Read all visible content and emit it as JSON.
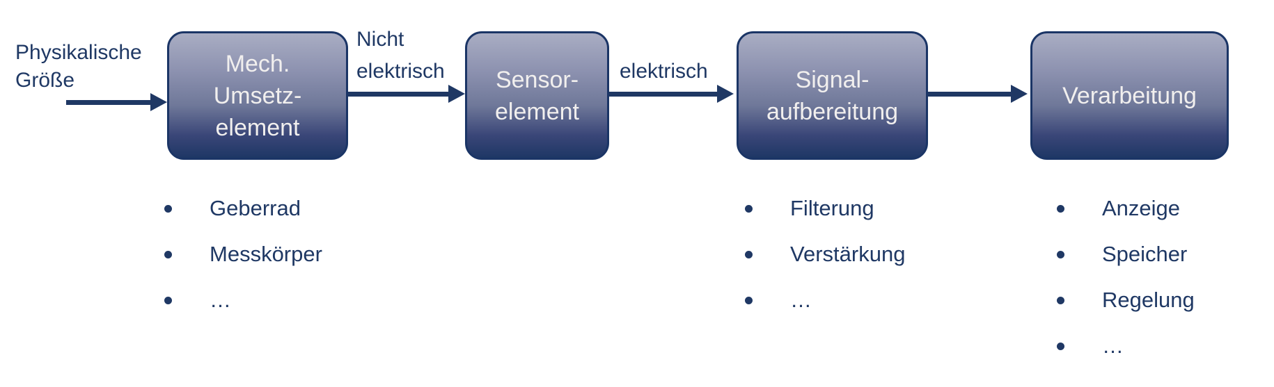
{
  "colors": {
    "background": "#ffffff",
    "box_gradient_top": "#a9adc3",
    "box_gradient_bottom": "#1e3765",
    "box_border": "#1b3566",
    "box_text": "#f1efee",
    "accent_dark_blue": "#1f3864"
  },
  "flow": {
    "source_label": [
      "Physikalische",
      "Größe"
    ],
    "boxes": [
      {
        "id": "mech-umsetzelement",
        "lines": [
          "Mech.",
          "Umsetz-",
          "element"
        ]
      },
      {
        "id": "sensorelement",
        "lines": [
          "Sensor-",
          "element"
        ]
      },
      {
        "id": "signalaufbereitung",
        "lines": [
          "Signal-",
          "aufbereitung"
        ]
      },
      {
        "id": "verarbeitung",
        "lines": [
          "Verarbeitung"
        ]
      }
    ],
    "connectors": [
      {
        "label_lines": [
          "Nicht",
          "elektrisch"
        ]
      },
      {
        "label_lines": [
          "elektrisch"
        ]
      },
      {
        "label_lines": []
      }
    ]
  },
  "bullet_lists": [
    {
      "under": "mech-umsetzelement",
      "items": [
        "Geberrad",
        "Messkörper",
        "…"
      ]
    },
    {
      "under": "signalaufbereitung",
      "items": [
        "Filterung",
        "Verstärkung",
        "…"
      ]
    },
    {
      "under": "verarbeitung",
      "items": [
        "Anzeige",
        "Speicher",
        "Regelung",
        "…"
      ]
    }
  ]
}
